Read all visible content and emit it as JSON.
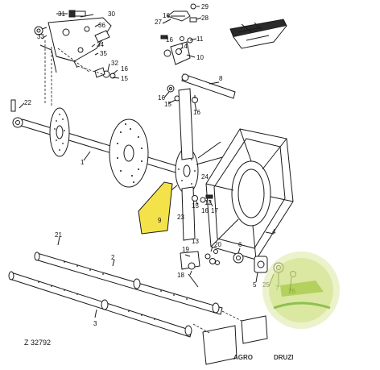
{
  "document_number": "Z 32792",
  "highlighted_part": "9",
  "highlight_color": "#f4e24a",
  "watermark": {
    "brand_part1": "AGRO",
    "brand_part2": "DRUZI",
    "brand_color1": "#7bb531",
    "brand_color2": "#f2a11d"
  },
  "callouts": [
    "1",
    "2",
    "3",
    "4",
    "5",
    "6",
    "7",
    "8",
    "9",
    "10",
    "11",
    "12",
    "13",
    "14",
    "15",
    "16",
    "17",
    "18",
    "19",
    "20",
    "21",
    "22",
    "23",
    "24",
    "25",
    "26",
    "27",
    "28",
    "29",
    "30",
    "31",
    "32",
    "33",
    "34",
    "35",
    "36"
  ]
}
